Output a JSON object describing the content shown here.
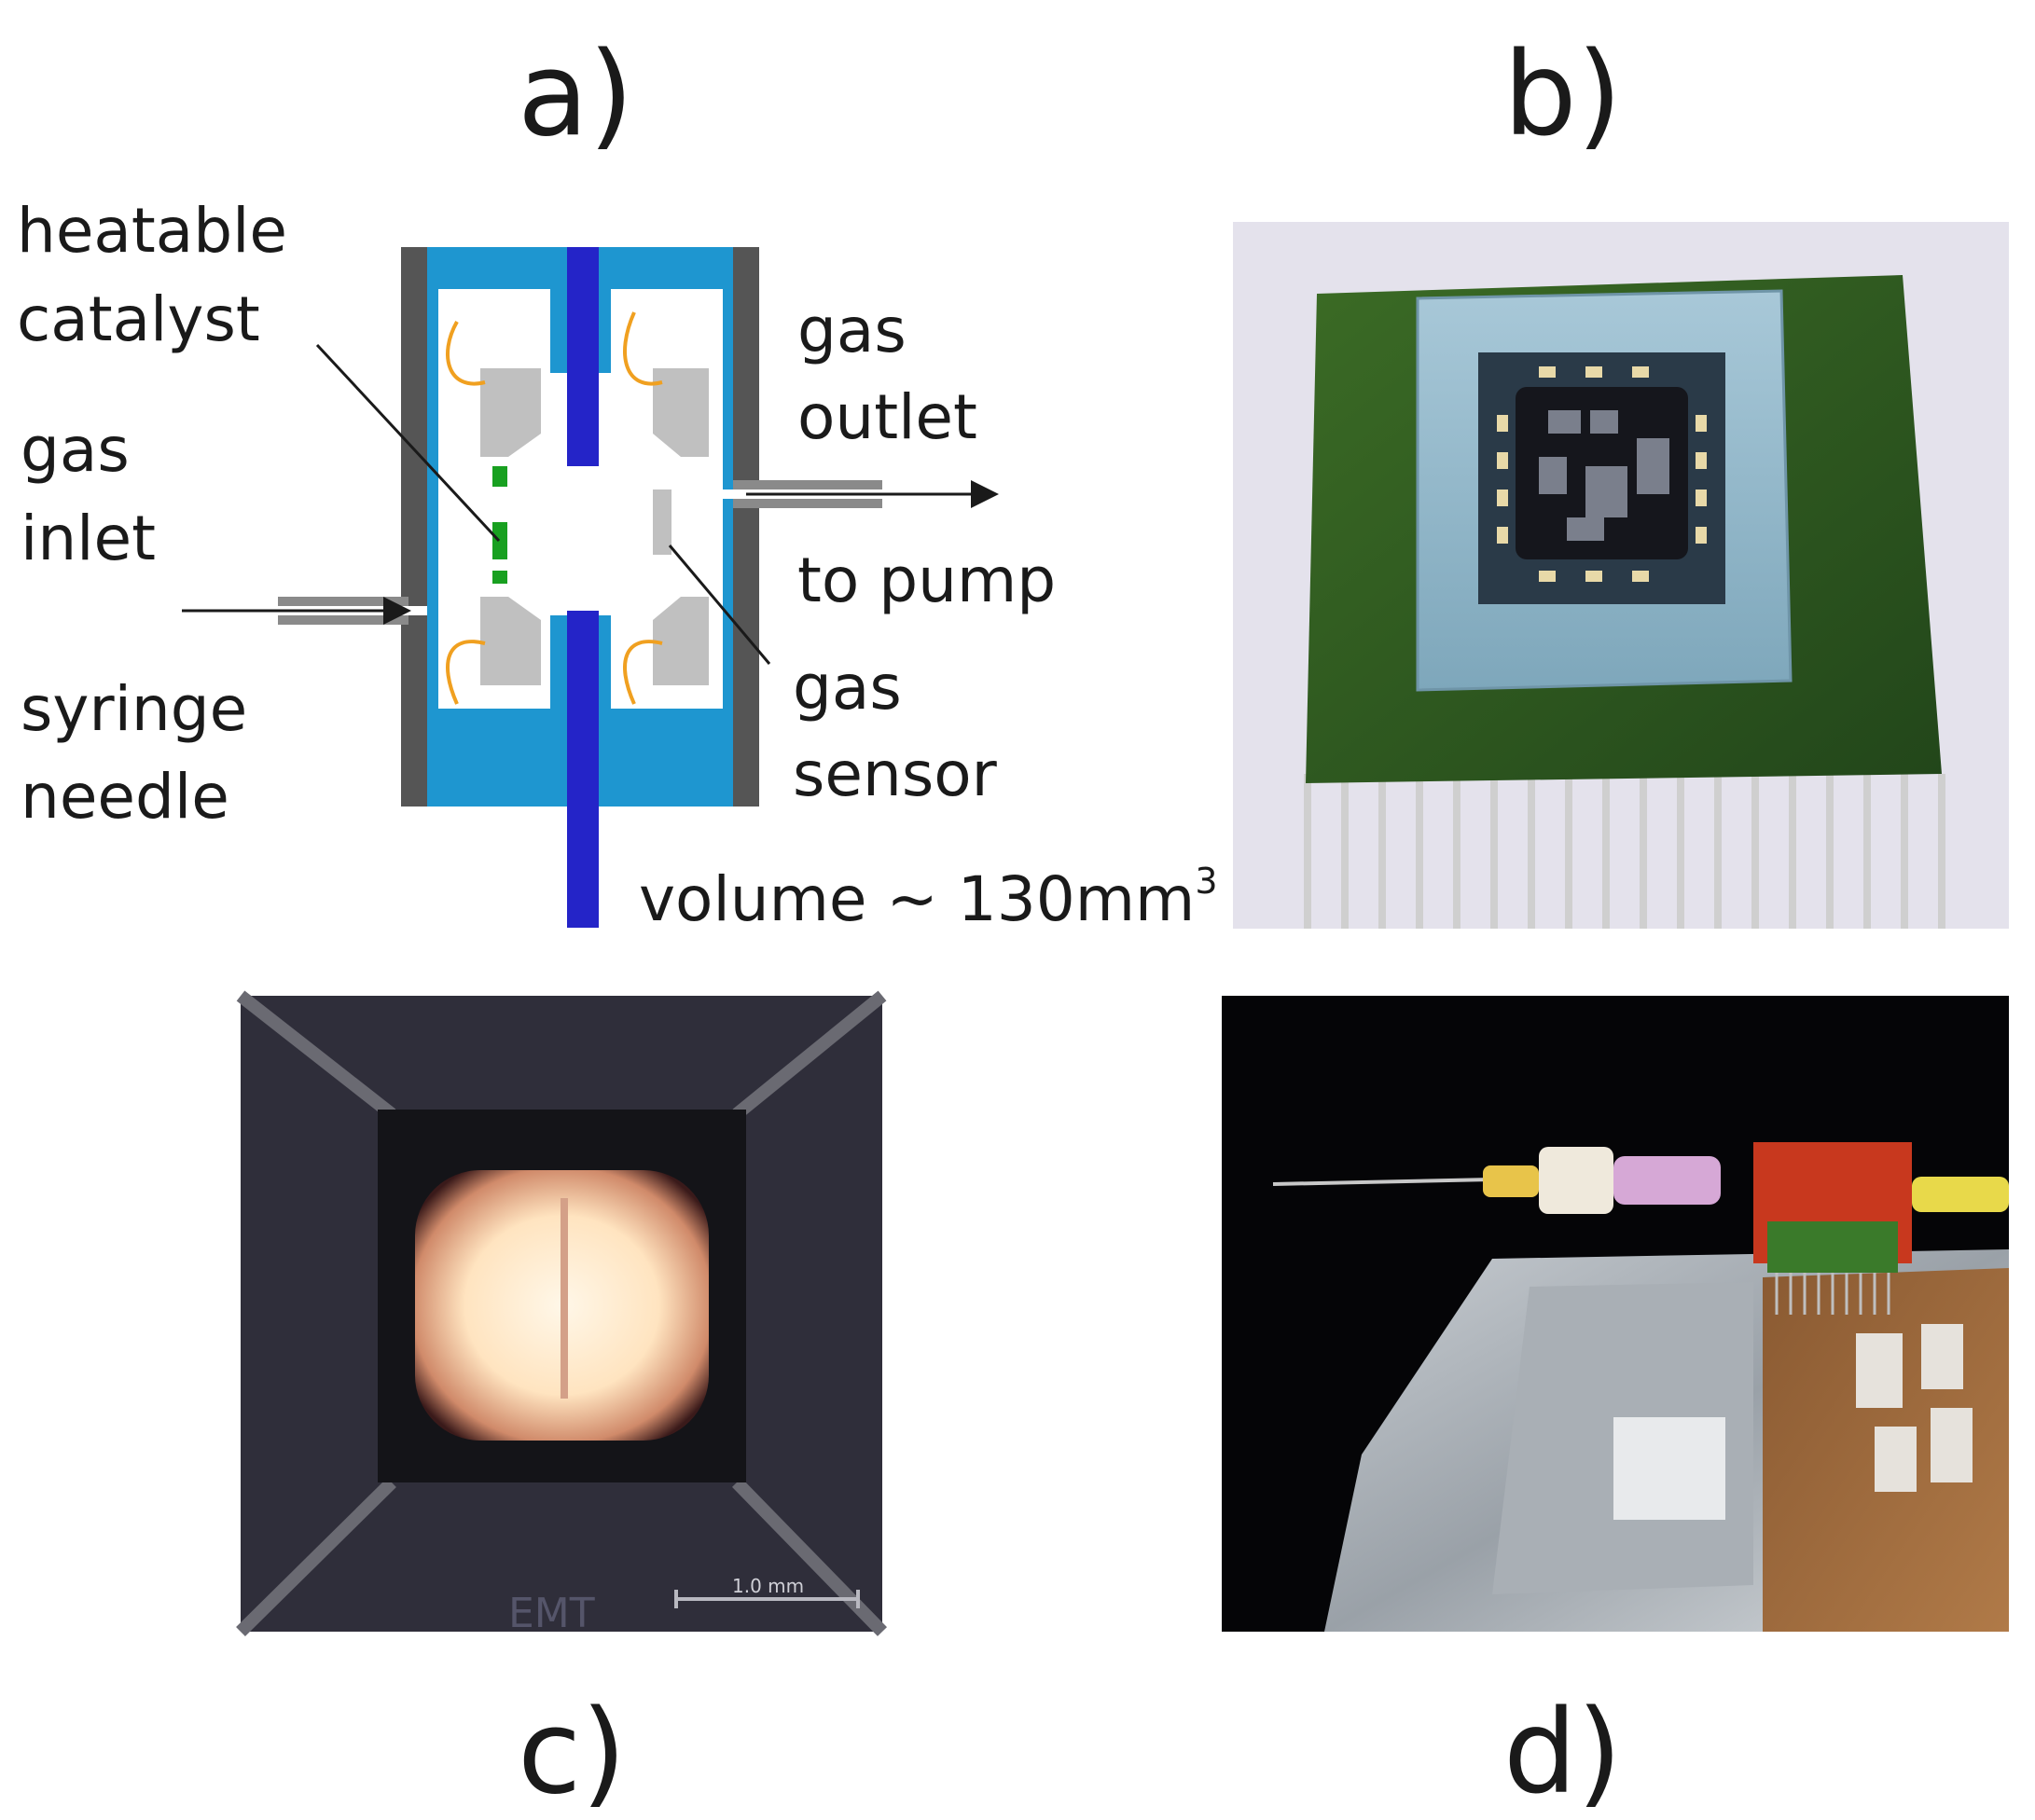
{
  "panels": {
    "a": "a)",
    "b": "b)",
    "c": "c)",
    "d": "d)"
  },
  "diagram_labels": {
    "catalyst_line1": "heatable",
    "catalyst_line2": "catalyst",
    "inlet_line1": "gas",
    "inlet_line2": "inlet",
    "needle_line1": "syringe",
    "needle_line2": "needle",
    "outlet_line1": "gas",
    "outlet_line2": "outlet",
    "pump": "to pump",
    "sensor_line1": "gas",
    "sensor_line2": "sensor",
    "volume": "volume ~ 130mm",
    "volume_exp": "3"
  },
  "photo_c": {
    "scale_text": "1.0 mm",
    "watermark": "EMT"
  },
  "colors": {
    "chamber_blue": "#1e96d0",
    "electrode_blue": "#2424c8",
    "wall_gray": "#555555",
    "part_gray": "#c0c0c0",
    "catalyst_green": "#18a020",
    "wire_orange": "#f0a020",
    "pcb_green": "#2f5b1f",
    "ceramic_blue": "#8fb4c6",
    "glow": "#ffe9c8"
  }
}
